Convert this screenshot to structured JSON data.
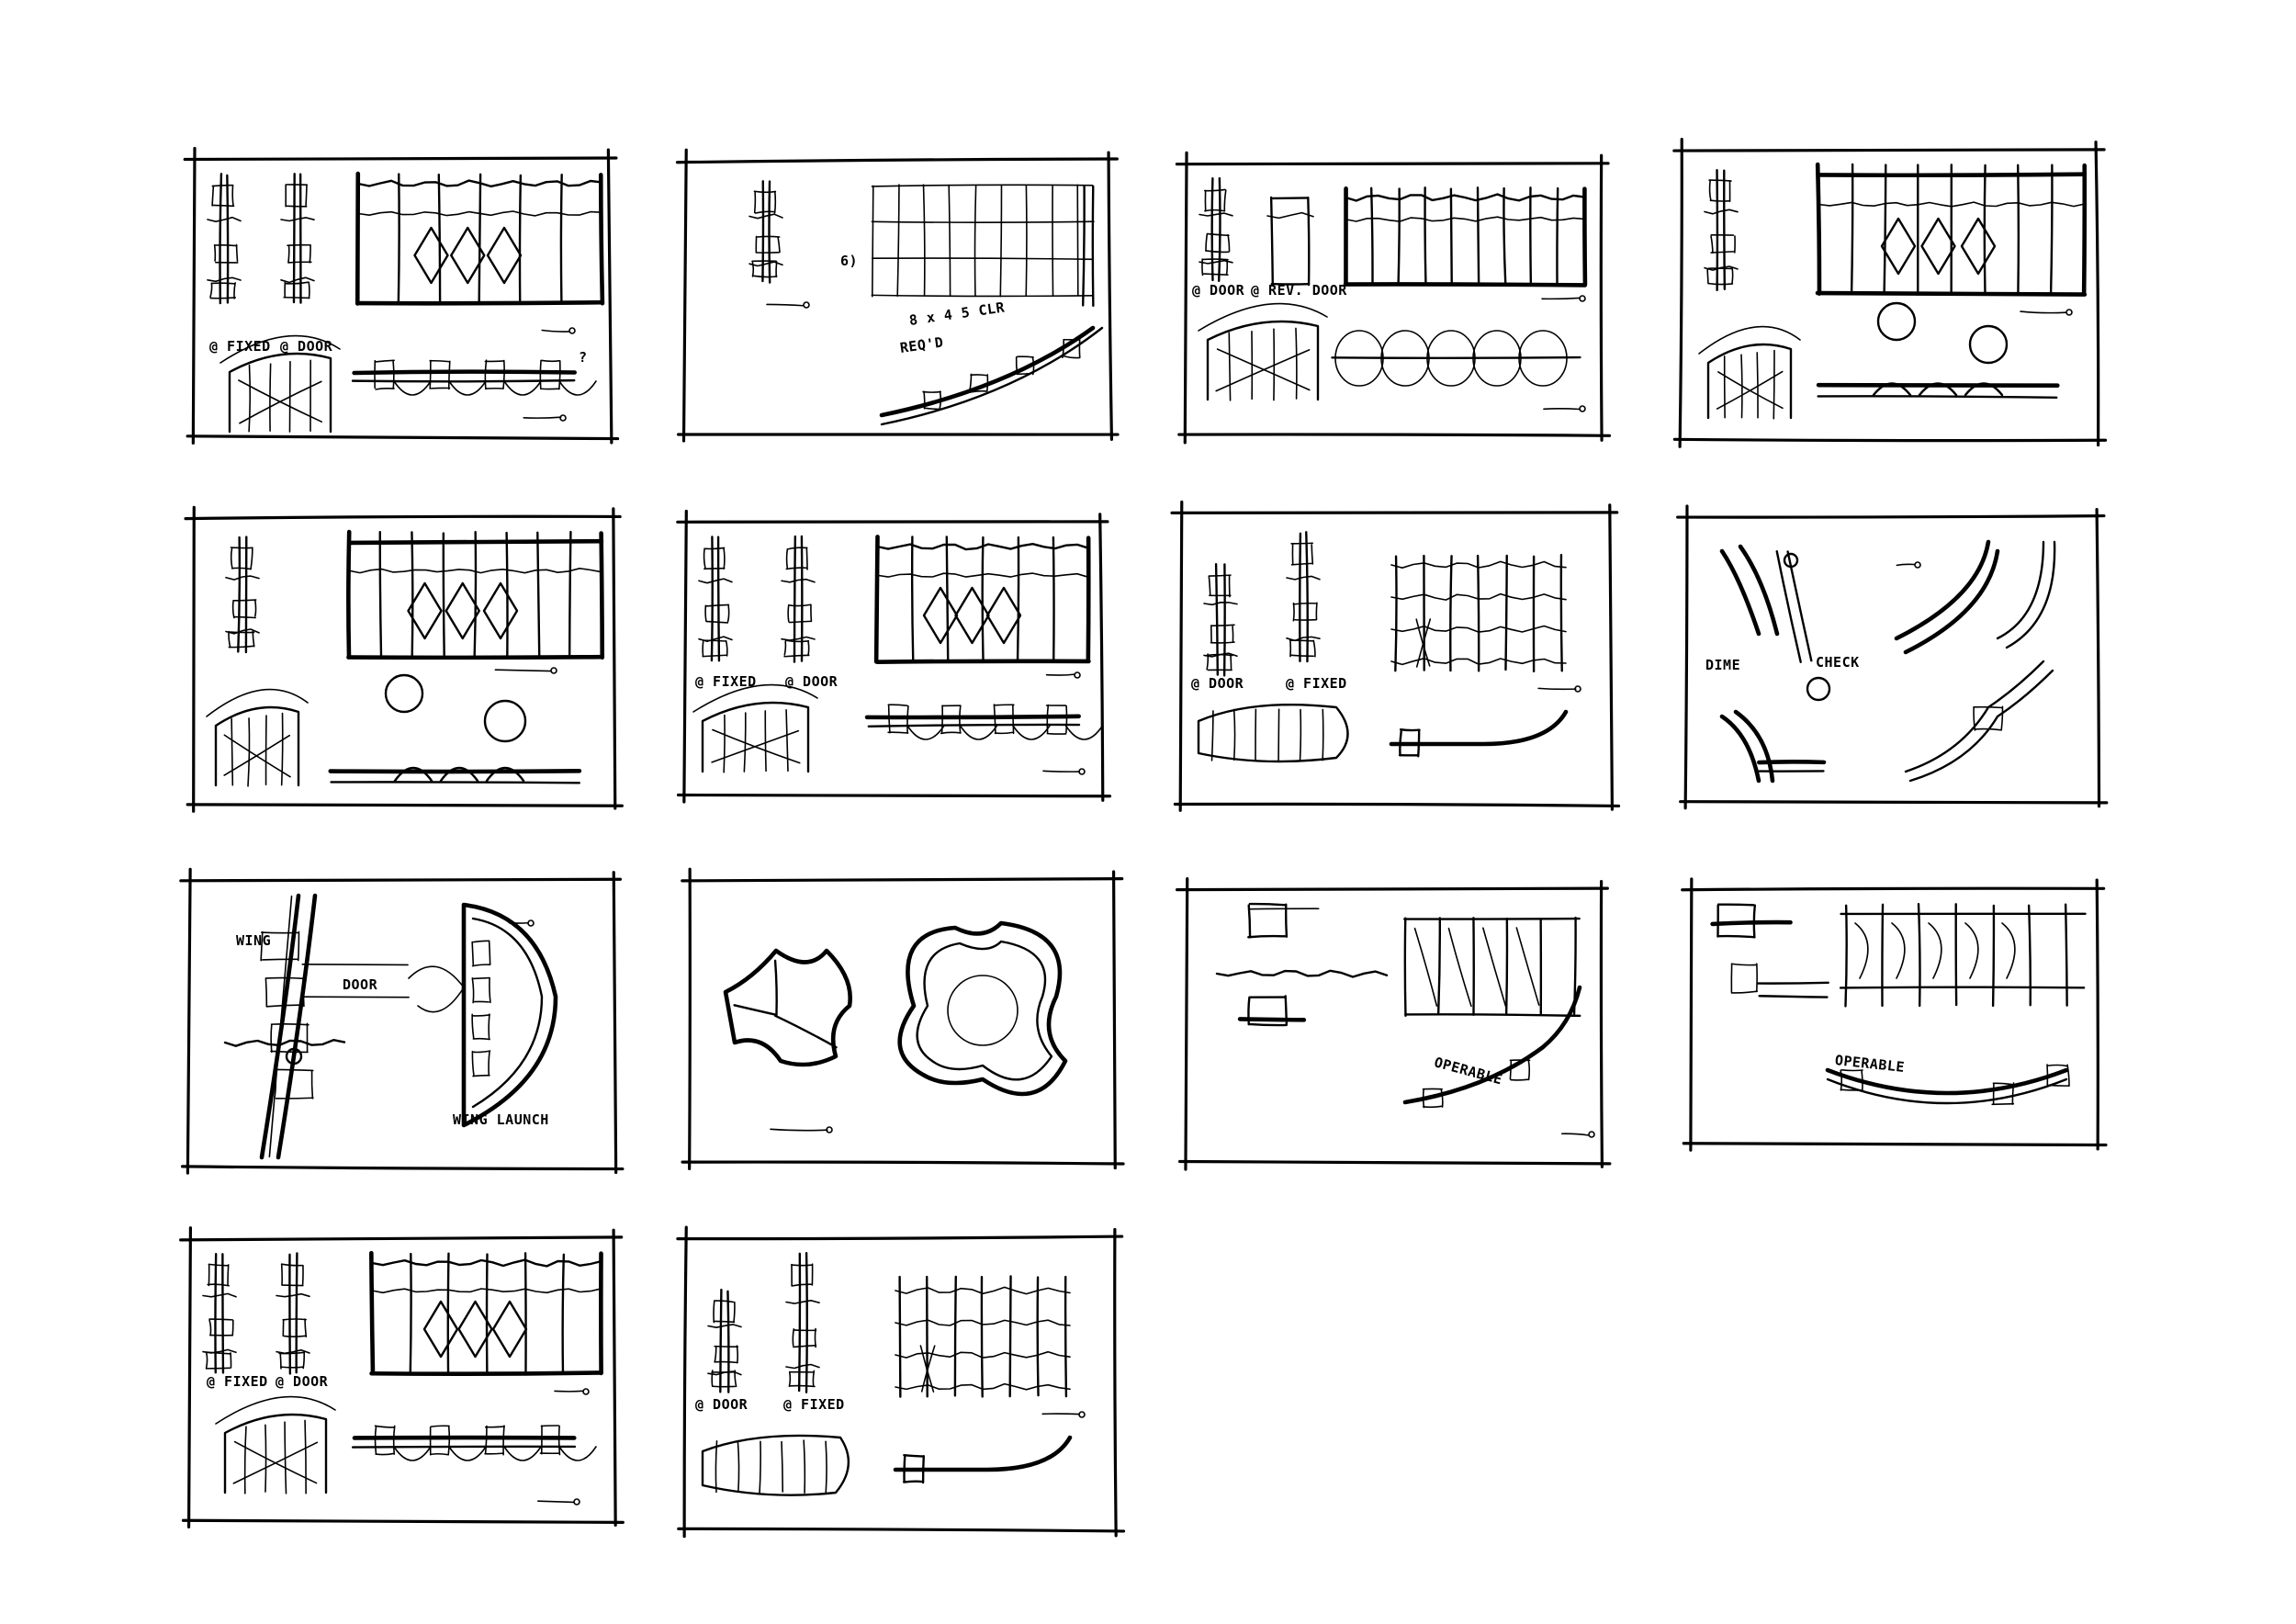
{
  "sheet": {
    "background": "#ffffff",
    "ink_color": "#000000"
  },
  "panels": [
    {
      "id": "p1",
      "labels": [
        "@ FIXED",
        "@ DOOR",
        "?"
      ]
    },
    {
      "id": "p2",
      "labels": [
        "6)",
        "8 x 4 5 CLR",
        "REQ'D"
      ]
    },
    {
      "id": "p3",
      "labels": [
        "@ DOOR",
        "@ REV. DOOR"
      ]
    },
    {
      "id": "p4",
      "labels": []
    },
    {
      "id": "p5",
      "labels": []
    },
    {
      "id": "p6",
      "labels": [
        "@ FIXED",
        "@ DOOR"
      ]
    },
    {
      "id": "p7",
      "labels": [
        "@ DOOR",
        "@ FIXED"
      ]
    },
    {
      "id": "p8",
      "labels": [
        "DIME",
        "CHECK"
      ]
    },
    {
      "id": "p9",
      "labels": [
        "WING",
        "DOOR",
        "WING LAUNCH"
      ]
    },
    {
      "id": "p10",
      "labels": []
    },
    {
      "id": "p11",
      "labels": [
        "OPERABLE"
      ]
    },
    {
      "id": "p12",
      "labels": [
        "OPERABLE"
      ]
    },
    {
      "id": "p13",
      "labels": [
        "@ FIXED",
        "@ DOOR"
      ]
    },
    {
      "id": "p14",
      "labels": [
        "@ DOOR",
        "@ FIXED"
      ]
    }
  ]
}
